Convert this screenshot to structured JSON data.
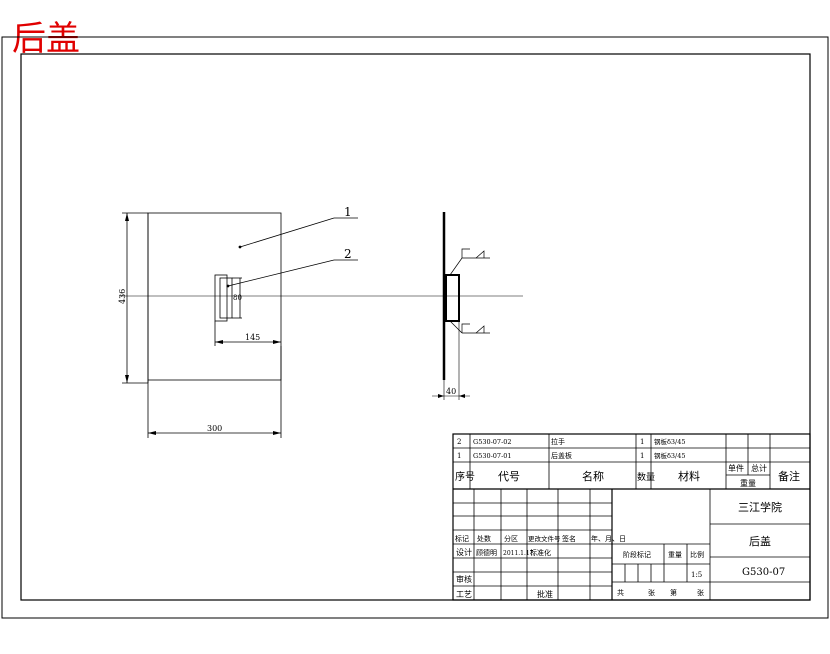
{
  "title": "后盖",
  "title_color": "#e00000",
  "leaders": {
    "one": "1",
    "two": "2"
  },
  "dims": {
    "height": "436",
    "width": "300",
    "offset": "145",
    "small": "80",
    "thickness": "40"
  },
  "parts": {
    "rows": [
      {
        "num": "2",
        "code": "G530-07-02",
        "name": "拉手",
        "qty": "1",
        "material": "钢板δ3/45"
      },
      {
        "num": "1",
        "code": "G530-07-01",
        "name": "后盖板",
        "qty": "1",
        "material": "钢板δ3/45"
      }
    ],
    "header": {
      "num": "序号",
      "code": "代号",
      "name": "名称",
      "qty": "数量",
      "material": "材料",
      "single_weight": "单件",
      "total_weight": "总计",
      "weight": "重量",
      "remark": "备注"
    }
  },
  "title_block": {
    "school": "三江学院",
    "part_name": "后盖",
    "drawing_no": "G530-07",
    "rev_headers": [
      "标记",
      "处数",
      "分区",
      "更改文件号",
      "签名",
      "年、月、日"
    ],
    "design_label": "设计",
    "designer": "顾德明",
    "date": "2011.1.17",
    "standardize": "标准化",
    "review": "审核",
    "process": "工艺",
    "approve": "批准",
    "stage_mark": "阶段标记",
    "weight": "重量",
    "scale_label": "比例",
    "scale": "1:5",
    "total": "共",
    "sheets1": "张",
    "page": "第",
    "sheets2": "张"
  }
}
